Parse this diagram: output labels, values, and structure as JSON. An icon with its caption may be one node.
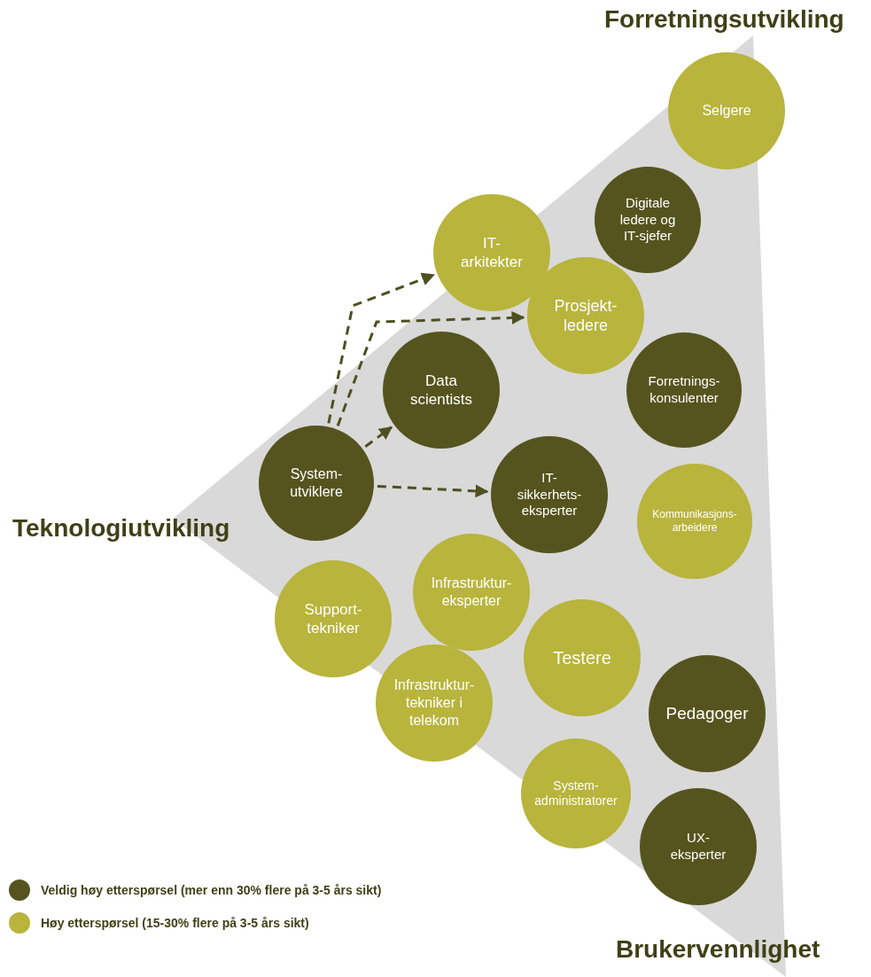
{
  "diagram": {
    "nodes": [
      {
        "text": [
          "Selgere"
        ]
      },
      {
        "text": [
          "Digitale ledere og IT-sjefer"
        ]
      },
      {
        "text": [
          "IT- arkitekter"
        ]
      },
      {
        "text": [
          "Prosjekt- ledere"
        ]
      },
      {
        "text": [
          "Forretnings- konsulenter"
        ]
      },
      {
        "text": [
          "Data scientists"
        ]
      },
      {
        "text": [
          "System- utviklere"
        ]
      },
      {
        "text": [
          "IT- sikkerhets- eksperter"
        ]
      },
      {
        "text": [
          "Kommunikasjons- arbeidere"
        ]
      },
      {
        "text": [
          "Support- tekniker"
        ]
      },
      {
        "text": [
          "Infrastruktur- eksperter"
        ]
      },
      {
        "text": [
          "Testere"
        ]
      },
      {
        "text": [
          "Infrastruktur- tekniker i telekom"
        ]
      },
      {
        "text": [
          "Pedagoger"
        ]
      },
      {
        "text": [
          "System- administratorer"
        ]
      },
      {
        "text": [
          "UX- eksperter"
        ]
      }
    ],
    "edges": [
      {
        "from": 6,
        "to": 2,
        "arrow": "to",
        "style": "dashed"
      },
      {
        "from": 6,
        "to": 5,
        "arrow": "to",
        "style": "dashed"
      },
      {
        "from": 6,
        "to": 3,
        "arrow": "to",
        "style": "dashed"
      },
      {
        "from": 6,
        "to": 7,
        "arrow": "to",
        "style": "dashed"
      }
    ],
    "labels": [
      "Forretningsutvikling",
      "Teknologiutvikling",
      "Brukervennlighet"
    ],
    "legend": [
      {
        "text": "Veldig høy etterspørsel (mer enn 30% flere på 3-5 års sikt)",
        "color": "#55541e"
      },
      {
        "text": "Høy etterspørsel (15-30% flere på 3-5 års sikt)",
        "color": "#b8b43c"
      }
    ]
  }
}
